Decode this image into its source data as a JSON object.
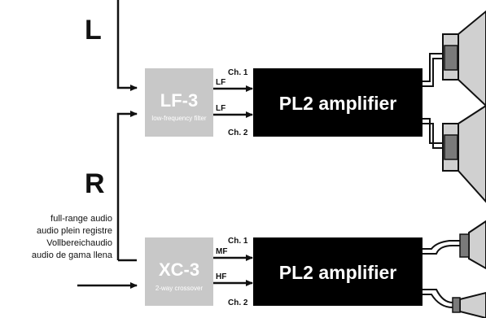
{
  "channels": {
    "left": "L",
    "right": "R"
  },
  "units": [
    {
      "name": "LF-3",
      "subtitle": "low-frequency filter",
      "outputs": [
        "LF",
        "LF"
      ]
    },
    {
      "name": "XC-3",
      "subtitle": "2-way crossover",
      "outputs": [
        "MF",
        "HF"
      ]
    }
  ],
  "amplifiers": [
    {
      "label": "PL2 amplifier",
      "ch1": "Ch. 1",
      "ch2": "Ch. 2"
    },
    {
      "label": "PL2 amplifier",
      "ch1": "Ch. 1",
      "ch2": "Ch. 2"
    }
  ],
  "input_note": [
    "full-range audio",
    "audio plein registre",
    "Vollbereichaudio",
    "audio de gama llena"
  ],
  "colors": {
    "unit_fill": "#c8c8c8",
    "amp_fill": "#000000",
    "driver_fill": "#7a7a7a",
    "horn_fill": "#d0d0d0"
  }
}
